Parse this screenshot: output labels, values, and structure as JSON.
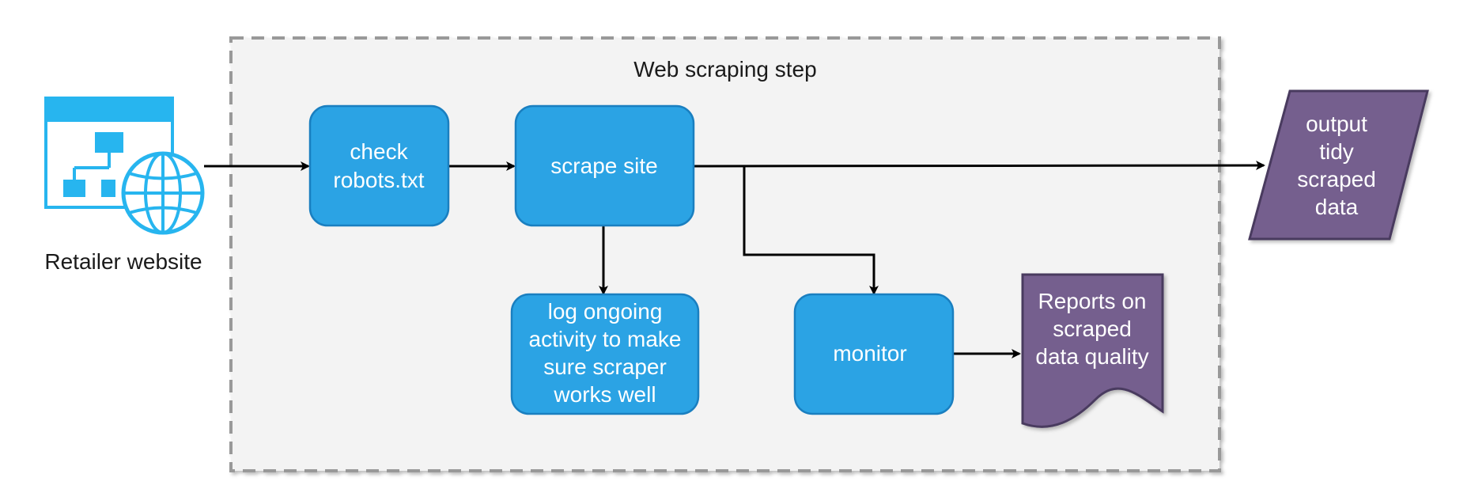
{
  "diagram": {
    "group_title": "Web scraping step",
    "source_label": "Retailer website",
    "nodes": {
      "check_robots": [
        "check",
        "robots.txt"
      ],
      "scrape_site": [
        "scrape site"
      ],
      "log_activity": [
        "log ongoing",
        "activity to make",
        "sure scraper",
        "works well"
      ],
      "monitor": [
        "monitor"
      ],
      "output": [
        "output",
        "tidy",
        "scraped",
        "data"
      ],
      "reports": [
        "Reports on",
        "scraped",
        "data quality"
      ]
    },
    "colors": {
      "process_fill": "#2ba3e4",
      "process_stroke": "#1a7fc0",
      "output_fill": "#755e8e",
      "output_stroke": "#4a3a5e",
      "group_fill": "#f3f3f3",
      "group_stroke": "#999999",
      "icon_color": "#27b5ef",
      "arrow_color": "#000000"
    }
  }
}
